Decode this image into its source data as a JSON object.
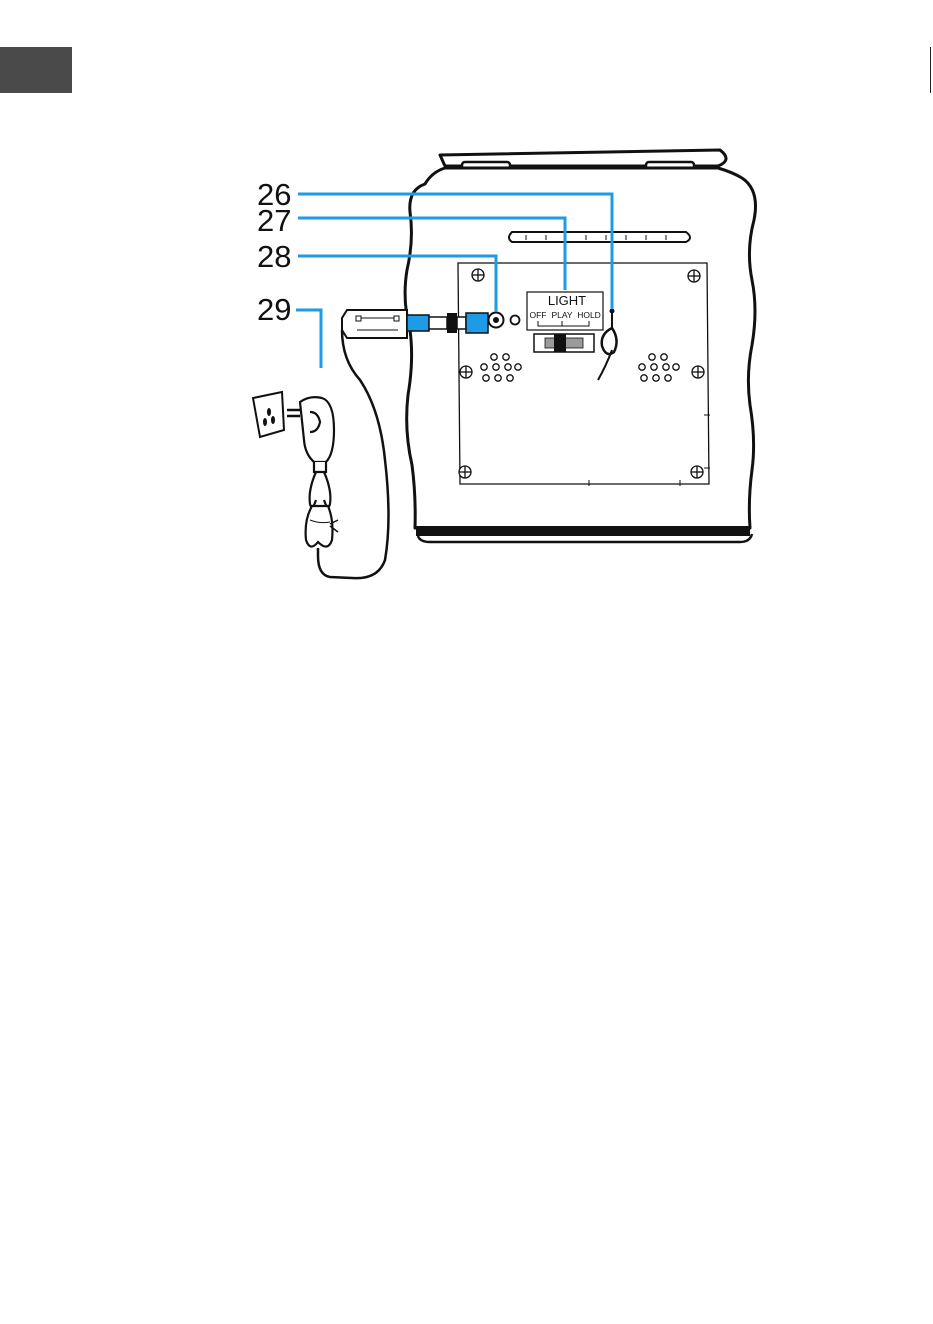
{
  "callouts": [
    {
      "number": "26"
    },
    {
      "number": "27"
    },
    {
      "number": "28"
    },
    {
      "number": "29"
    }
  ],
  "switch_panel": {
    "title": "LIGHT",
    "positions": [
      "OFF",
      "PLAY",
      "HOLD"
    ]
  },
  "colors": {
    "leader_line": "#1e9be6",
    "tab": "#4a4a4a",
    "outline": "#111111",
    "plug_highlight": "#1e9be6"
  },
  "icons": [
    "wall-socket-icon",
    "power-adapter-icon",
    "dc-plug-icon",
    "antenna-icon"
  ]
}
